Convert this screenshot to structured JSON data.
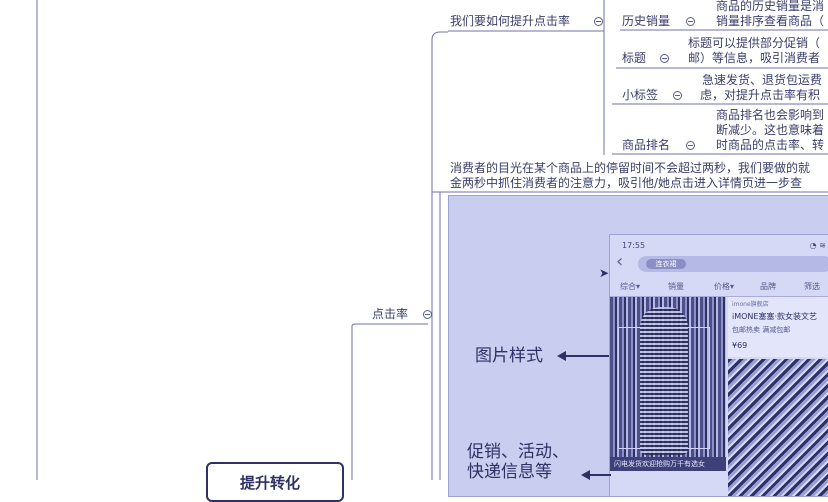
{
  "mindmap": {
    "branch_question": "我们要如何提升点击率",
    "branch_click_rate": "点击率",
    "bottom_node": "提升转化",
    "items": [
      {
        "label": "历史销量",
        "desc_lines": [
          "商品的历史销量是消",
          "销量排序查看商品（"
        ]
      },
      {
        "label": "标题",
        "desc_lines": [
          "标题可以提供部分促销（",
          "邮）等信息，吸引消费者"
        ]
      },
      {
        "label": "小标签",
        "desc_lines": [
          "急速发货、退货包运费",
          "虑，对提升点击率有积"
        ]
      },
      {
        "label": "商品排名",
        "desc_lines": [
          "商品排名也会影响到",
          "断减少。这也意味着",
          "时商品的点击率、转"
        ]
      }
    ],
    "note_lines": [
      "消费者的目光在某个商品上的停留时间不会超过两秒，我们要做的就",
      "金两秒中抓住消费者的注意力，吸引他/她点击进入详情页进一步查"
    ]
  },
  "screenshot": {
    "status_time": "17:55",
    "search_chip": "连衣裙",
    "filters": [
      "综合▾",
      "销量",
      "价格▾",
      "品牌",
      "筛选"
    ],
    "product_brand": "imone旗舰店",
    "product_name": "iMONE塞塞·款女装文艺",
    "product_sub": "包邮热卖 满减包邮",
    "product_price": "¥69",
    "caption": "闪电发货欢迎抢购万千有选女",
    "annotation_image_style": "图片样式",
    "annotation_promo_line1": "促销、活动、",
    "annotation_promo_line2": "快递信息等"
  },
  "colors": {
    "line": "#5a5e90",
    "text": "#3a3e6a",
    "panel_bg": "#c9cdf0"
  }
}
